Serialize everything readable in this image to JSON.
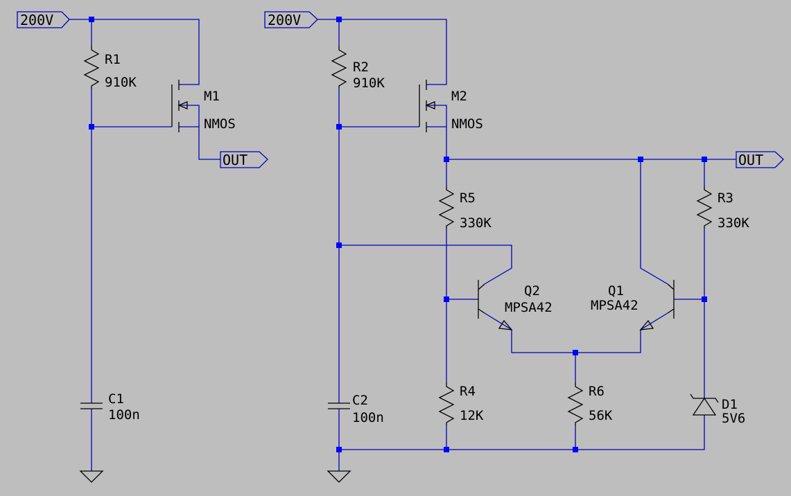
{
  "colors": {
    "background": "#bebebe",
    "wire": "#0000bb",
    "junction": "#0000ff",
    "text": "#000000"
  },
  "nets": {
    "supply_left": "200V",
    "supply_right": "200V",
    "out_left": "OUT",
    "out_right": "OUT"
  },
  "components": {
    "R1": {
      "ref": "R1",
      "value": "910K"
    },
    "R2": {
      "ref": "R2",
      "value": "910K"
    },
    "R3": {
      "ref": "R3",
      "value": "330K"
    },
    "R4": {
      "ref": "R4",
      "value": "12K"
    },
    "R5": {
      "ref": "R5",
      "value": "330K"
    },
    "R6": {
      "ref": "R6",
      "value": "56K"
    },
    "C1": {
      "ref": "C1",
      "value": "100n"
    },
    "C2": {
      "ref": "C2",
      "value": "100n"
    },
    "M1": {
      "ref": "M1",
      "value": "NMOS"
    },
    "M2": {
      "ref": "M2",
      "value": "NMOS"
    },
    "Q1": {
      "ref": "Q1",
      "value": "MPSA42"
    },
    "Q2": {
      "ref": "Q2",
      "value": "MPSA42"
    },
    "D1": {
      "ref": "D1",
      "value": "5V6"
    }
  }
}
